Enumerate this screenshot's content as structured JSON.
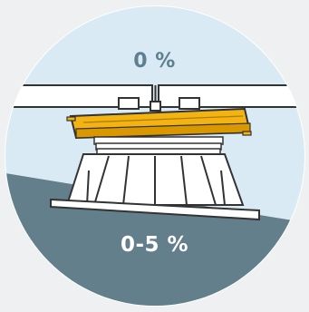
{
  "labels": {
    "top_slope": "0 %",
    "bottom_slope": "0-5 %"
  },
  "colors": {
    "page_background": "#eef0f1",
    "sky": "#daeaf4",
    "ground": "#637f8c",
    "deck": "#ffffff",
    "outline": "#333333",
    "head": "#f3b312",
    "head_dark": "#d99700",
    "top_label_text": "#5e7f90",
    "bottom_label_text": "#ffffff"
  },
  "icons": {
    "illustration": "adjustable-pedestal-illustration"
  }
}
